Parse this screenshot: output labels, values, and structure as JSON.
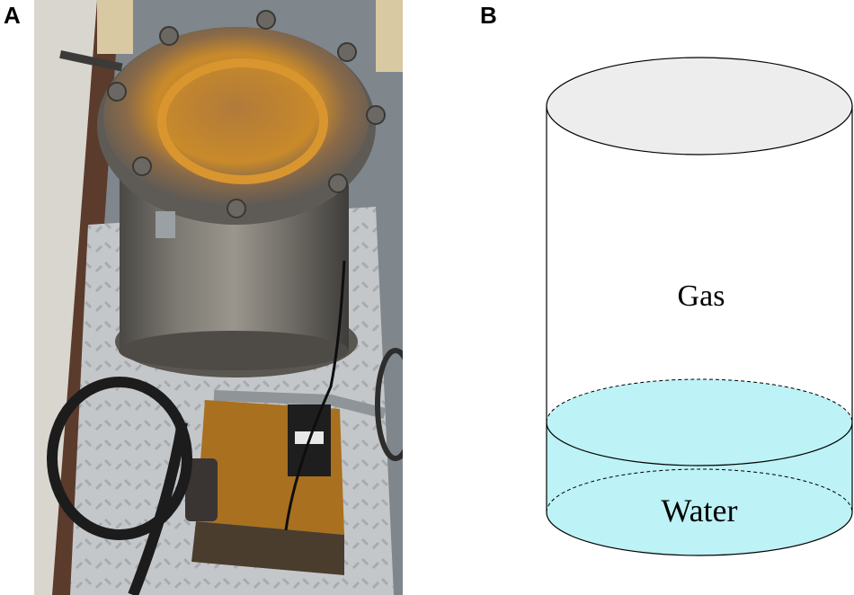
{
  "panels": {
    "a": {
      "label": "A"
    },
    "b": {
      "label": "B"
    }
  },
  "diagram": {
    "gas_label": "Gas",
    "water_label": "Water",
    "colors": {
      "top_fill": "#ededed",
      "water_fill": "#bdf2f6",
      "outline": "#000000"
    }
  },
  "photo": {
    "icon": "pressure-vessel-photo",
    "colors": {
      "floor": "#8a8e93",
      "plate": "#b9bdc0",
      "vessel": "#6d6a63",
      "rust": "#c98a2a"
    }
  }
}
